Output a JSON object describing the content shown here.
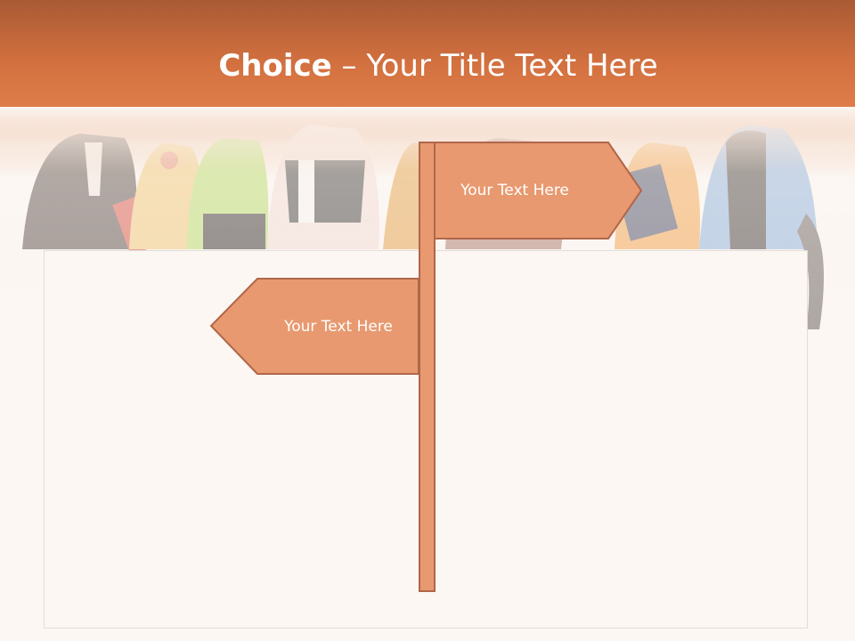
{
  "title": {
    "bold": "Choice",
    "separator": " – ",
    "rest": "Your Title Text Here"
  },
  "signs": {
    "right": "Your Text Here",
    "left": "Your Text Here"
  },
  "colors": {
    "accent": "#e8996f",
    "accent_stroke": "#b0664a",
    "header_dark": "#a95a34",
    "header_mid": "#e07e4a",
    "background": "#fcf7f3"
  }
}
